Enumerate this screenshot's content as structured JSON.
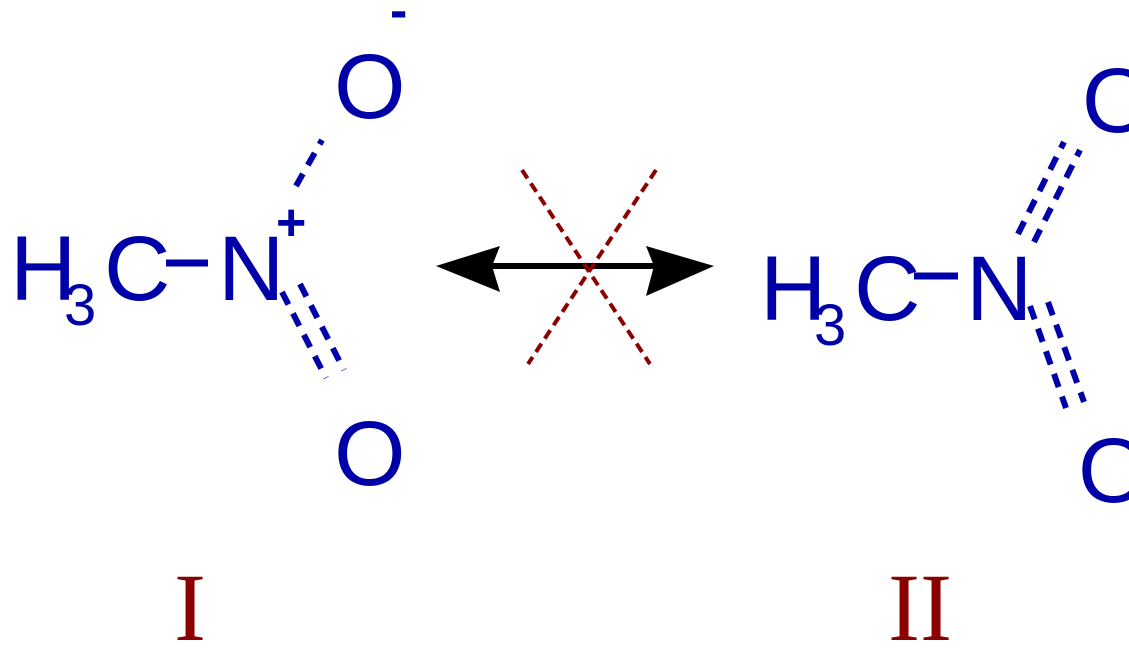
{
  "structure_1": {
    "methyl": "H",
    "methyl_sub": "3",
    "carbon": "C",
    "nitrogen": "N",
    "nitrogen_charge": "+",
    "oxygen_top": "O",
    "oxygen_top_charge": "-",
    "oxygen_bottom": "O",
    "label": "I"
  },
  "structure_2": {
    "methyl": "H",
    "methyl_sub": "3",
    "carbon": "C",
    "nitrogen": "N",
    "oxygen_top": "O",
    "oxygen_bottom": "O",
    "label": "II"
  },
  "colors": {
    "atoms": "#0000a8",
    "labels": "#8b0000",
    "arrow": "#000000",
    "cross": "#8b0000"
  }
}
